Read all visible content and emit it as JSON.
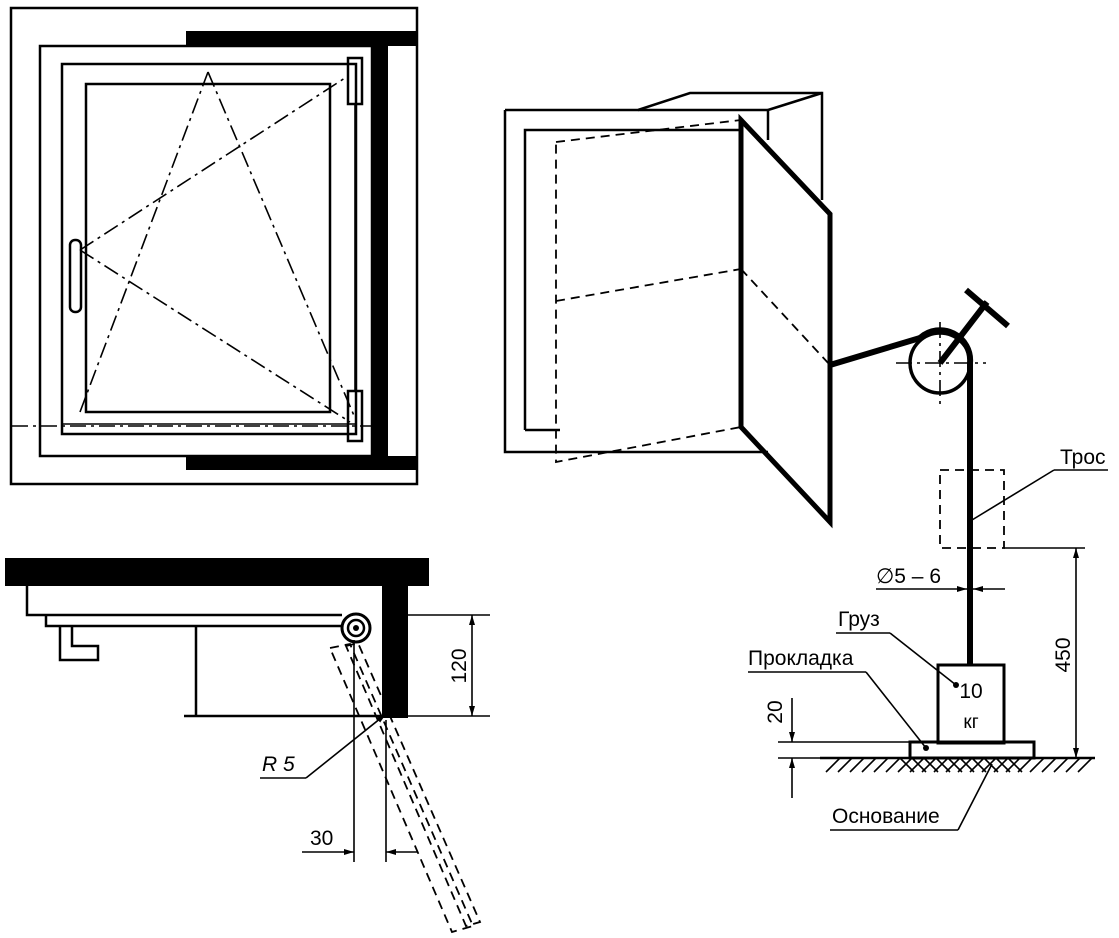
{
  "labels": {
    "rope": "Трос",
    "diameter": "∅5 – 6",
    "weight_label": "Груз",
    "weight_value": "10",
    "weight_unit": "кг",
    "gasket": "Прокладка",
    "base": "Основание",
    "dim_450": "450",
    "dim_20": "20",
    "dim_120": "120",
    "radius": "R 5",
    "dim_30": "30"
  }
}
